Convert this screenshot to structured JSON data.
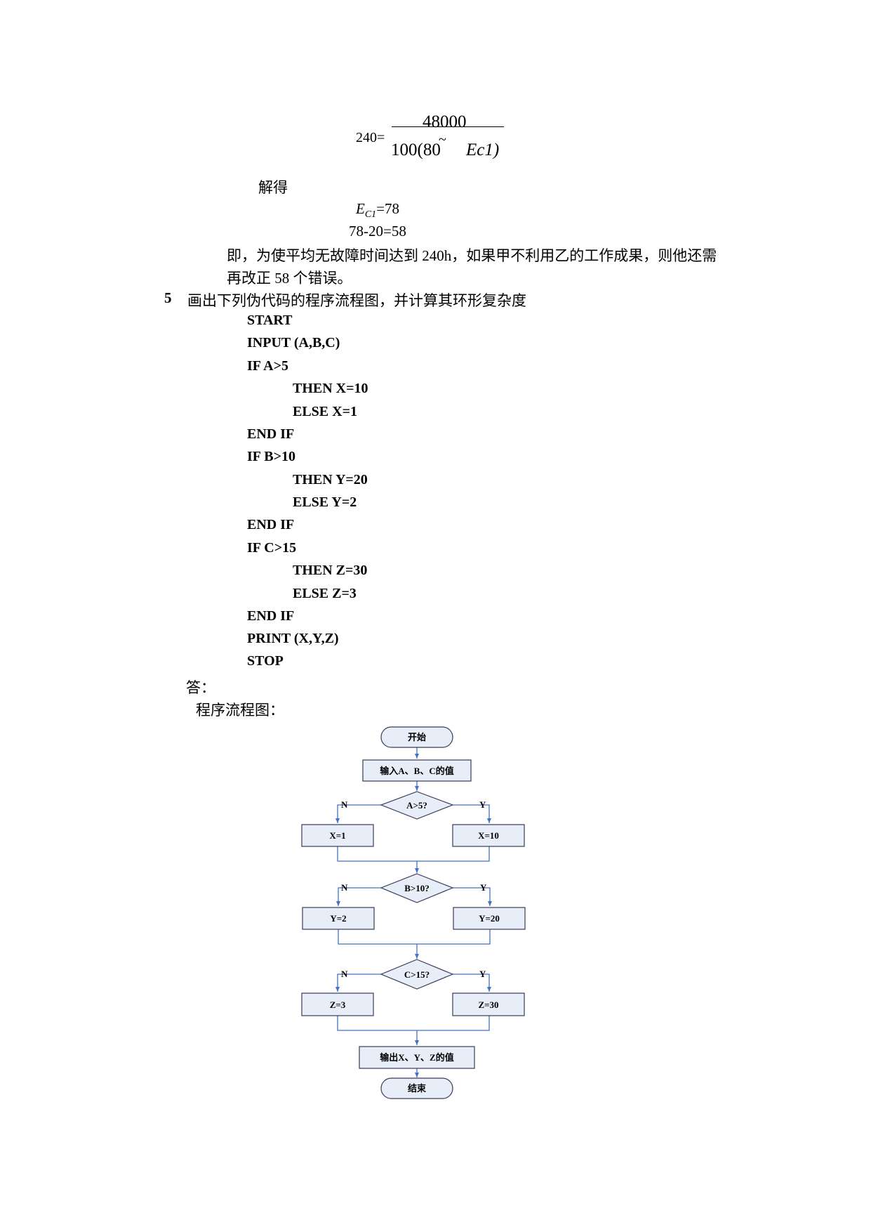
{
  "formula": {
    "lhs": "240=",
    "numerator": "48000",
    "denominator_a": "100(80",
    "denominator_tilde": "~",
    "denominator_b": "Ec1)"
  },
  "solve_label": "解得",
  "ec1": {
    "var": "E",
    "sub": "C1",
    "value": "=78"
  },
  "calc": "78-20=58",
  "conclusion_line1": "即，为使平均无故障时间达到 240h，如果甲不利用乙的工作成果，则他还需",
  "conclusion_line2": "再改正 58 个错误。",
  "question": {
    "number": "5",
    "text": "画出下列伪代码的程序流程图，并计算其环形复杂度"
  },
  "pseudocode": [
    "START",
    "INPUT (A,B,C)",
    "IF A>5",
    "THEN X=10",
    "ELSE X=1",
    "END IF",
    "IF B>10",
    "THEN Y=20",
    "ELSE Y=2",
    "END IF",
    "IF C>15",
    "THEN Z=30",
    "ELSE Z=3",
    "END IF",
    "PRINT (X,Y,Z)",
    "STOP"
  ],
  "answer_label": "答：",
  "flowchart_label": "程序流程图：",
  "flowchart": {
    "start": "开始",
    "input": "输入A、B、C的值",
    "d1": "A>5?",
    "d1_no_box": "X=1",
    "d1_yes_box": "X=10",
    "d2": "B>10?",
    "d2_no_box": "Y=2",
    "d2_yes_box": "Y=20",
    "d3": "C>15?",
    "d3_no_box": "Z=3",
    "d3_yes_box": "Z=30",
    "output": "输出X、Y、Z的值",
    "end": "结束",
    "no": "N",
    "yes": "Y",
    "colors": {
      "box_fill": "#e8eef8",
      "stroke": "#3a3a5a",
      "arrow": "#4472c4",
      "terminal_fill": "#e8eef8"
    }
  }
}
